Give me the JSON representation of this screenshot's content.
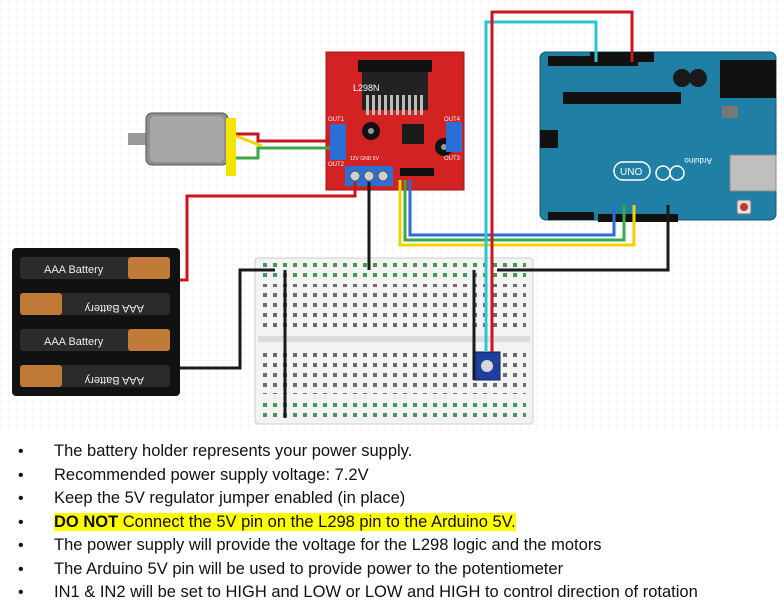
{
  "colors": {
    "wire_red": "#c8161d",
    "wire_black": "#1a1a1a",
    "wire_cyan": "#2ec4d6",
    "wire_blue": "#2b6bd6",
    "wire_green": "#3aa84a",
    "wire_yellow": "#f2d200",
    "arduino": "#1f7fa4",
    "l298": "#d32222",
    "highlight": "#ffff00"
  },
  "diagram": {
    "l298_label": "L298N",
    "out1": "OUT1",
    "out2": "OUT2",
    "out3": "OUT3",
    "out4": "OUT4",
    "power_terminal_labels": "12V GND 5V",
    "battery_labels": [
      "AAA Battery",
      "AAA Battery",
      "AAA Battery",
      "AAA Battery"
    ],
    "arduino_brand": "Arduino",
    "arduino_model": "UNO"
  },
  "notes": [
    {
      "text": "The battery holder represents your power supply."
    },
    {
      "text": "Recommended power supply voltage:  7.2V"
    },
    {
      "text": "Keep the 5V regulator jumper enabled (in place)"
    },
    {
      "bold": "DO NOT",
      "text": " Connect the 5V pin on the L298 pin to the Arduino 5V.",
      "highlight": true
    },
    {
      "text": "The power supply will provide the voltage for the L298 logic and the motors"
    },
    {
      "text": "The Arduino 5V pin will be used to provide power to the potentiometer"
    },
    {
      "text": "IN1 & IN2 will be set to HIGH and LOW or LOW and HIGH to control direction of rotation"
    }
  ]
}
